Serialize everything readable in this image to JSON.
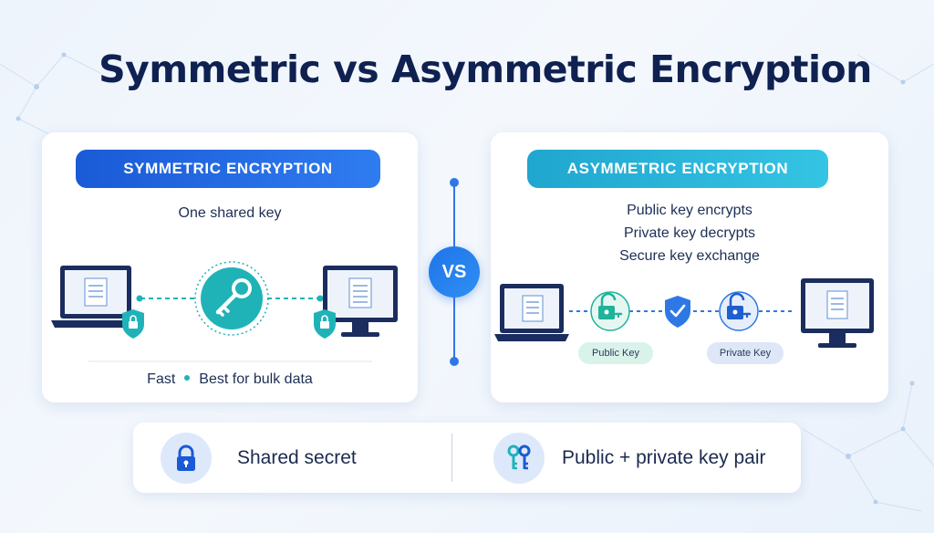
{
  "title": "Symmetric vs Asymmetric Encryption",
  "symmetric": {
    "header": "SYMMETRIC ENCRYPTION",
    "subtitle": "One shared key",
    "footer": [
      "Fast",
      "Best for bulk data"
    ]
  },
  "asymmetric": {
    "header": "ASYMMETRIC ENCRYPTION",
    "lines": [
      "Public key encrypts",
      "Private key decrypts",
      "Secure key exchange"
    ],
    "public_key_label": "Public Key",
    "private_key_label": "Private Key"
  },
  "vs_label": "VS",
  "bottom": {
    "left_text": "Shared secret",
    "right_text": "Public + private key pair"
  },
  "icons": {
    "left_panel": [
      "laptop-icon",
      "shield-lock-icon",
      "key-icon",
      "monitor-icon",
      "shield-lock-icon"
    ],
    "right_panel": [
      "laptop-icon",
      "unlock-key-icon",
      "shield-check-icon",
      "unlock-key-icon",
      "monitor-icon"
    ],
    "bottom": [
      "padlock-icon",
      "key-pair-icon"
    ]
  },
  "colors": {
    "title": "#0f2150",
    "symmetric_header": "#1a5ad6",
    "asymmetric_header": "#20a6cf",
    "accent_teal": "#1fb3b8",
    "accent_blue": "#2e78e6",
    "device_navy": "#1b2c5e"
  }
}
